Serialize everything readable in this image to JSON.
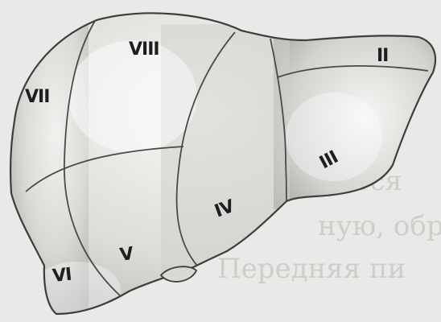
{
  "figure": {
    "labels": {
      "seg_ii": "II",
      "seg_iii": "III",
      "seg_iv": "IV",
      "seg_v": "V",
      "seg_vi": "VI",
      "seg_vii": "VII",
      "seg_viii": "VIII"
    },
    "bleed_through": {
      "line1": "ную, обр",
      "line2": "ставляется",
      "line3": "Передняя пи"
    },
    "colors": {
      "background": "#e9e9e7",
      "organ_fill": "#d4d4d1",
      "organ_light": "#f1f1ef",
      "outline": "#3d3d3b",
      "text": "#1e1e1e"
    }
  }
}
